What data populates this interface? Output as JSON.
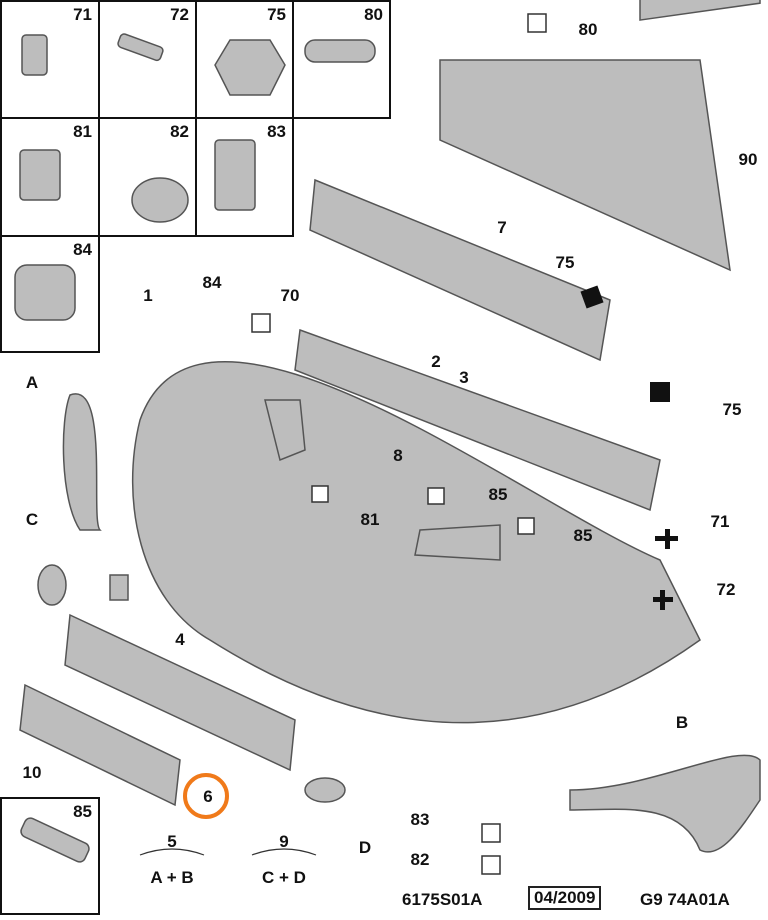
{
  "inset_parts": [
    "71",
    "72",
    "75",
    "80",
    "81",
    "82",
    "83",
    "84"
  ],
  "inset_fastener_85": "85",
  "callouts": {
    "c80": "80",
    "c90": "90",
    "c7": "7",
    "c75a": "75",
    "c70": "70",
    "c84": "84",
    "c1": "1",
    "c2": "2",
    "c3": "3",
    "c75b": "75",
    "cA": "A",
    "c8": "8",
    "c85a": "85",
    "c81": "81",
    "c85b": "85",
    "c71": "71",
    "cC": "C",
    "c4": "4",
    "c72": "72",
    "c10": "10",
    "c6": "6",
    "cB": "B",
    "cD": "D",
    "c83": "83",
    "c82": "82"
  },
  "groups": {
    "g5": "5",
    "g5_desc": "A + B",
    "g9": "9",
    "g9_desc": "C + D"
  },
  "highlight_color": "#f07a1a",
  "footer": {
    "ref": "6175S01A",
    "date": "04/2009",
    "code": "G9 74A01A"
  }
}
